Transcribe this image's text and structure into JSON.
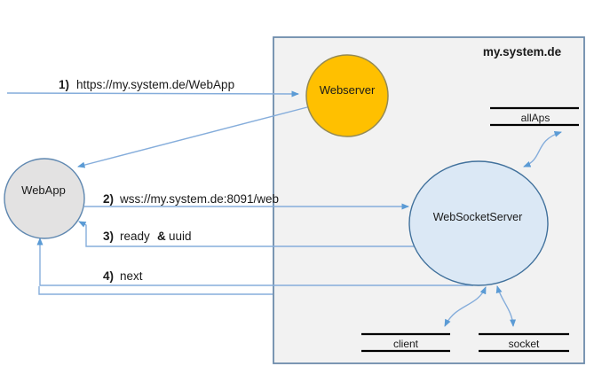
{
  "diagram": {
    "system_box": {
      "title": "my.system.de"
    },
    "nodes": {
      "webserver": {
        "label": "Webserver",
        "fill": "#FFC000",
        "stroke": "#948A54"
      },
      "websocketserver": {
        "label": "WebSocketServer",
        "fill": "#DBE8F5",
        "stroke": "#41719C"
      },
      "webapp": {
        "label": "WebApp",
        "fill": "#E3E2E2",
        "stroke": "#5E87B0"
      }
    },
    "interfaces": {
      "allaps": {
        "label": "allAps"
      },
      "client": {
        "label": "client"
      },
      "socket": {
        "label": "socket"
      }
    },
    "messages": {
      "m1": {
        "num": "1)",
        "text": "https://my.system.de/WebApp"
      },
      "m2": {
        "num": "2)",
        "text": "wss://my.system.de:8091/web"
      },
      "m3": {
        "num": "3)",
        "text_before": "ready",
        "amp": "&",
        "text_after": "uuid"
      },
      "m4": {
        "num": "4)",
        "text": "next"
      }
    },
    "colors": {
      "arrow": "#85addb",
      "arrowhead": "#5B9BD5",
      "box_fill": "#F2F2F2",
      "box_border": "#6d8bab",
      "interface_line": "#000000"
    }
  }
}
